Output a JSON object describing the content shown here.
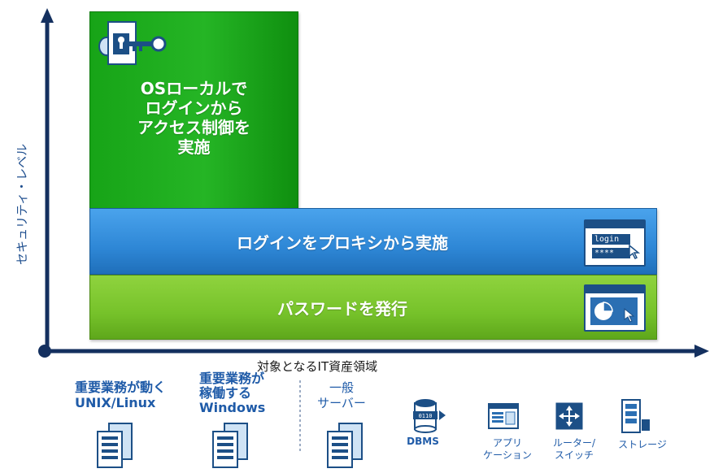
{
  "axes": {
    "y_label": "セキュリティ・レベル",
    "x_label": "対象となるIT資産領域"
  },
  "tiers": {
    "os_local": "OSローカルで\nログインから\nアクセス制御を\n実施",
    "proxy": "ログインをプロキシから実施",
    "password": "パスワードを発行"
  },
  "login_icon": {
    "field1": "login",
    "field2": "****"
  },
  "categories": {
    "unix": "重要業務が動く\nUNIX/Linux",
    "windows": "重要業務が\n稼働する\nWindows",
    "general": "一般\nサーバー",
    "dbms": "DBMS",
    "app": "アプリ\nケーション",
    "router": "ルーター/\nスイッチ",
    "storage": "ストレージ"
  },
  "colors": {
    "axis": "#14305f",
    "tier_os": "#1faf1f",
    "tier_proxy": "#2e87d6",
    "tier_password": "#76c22a",
    "icon_navy": "#1c4f86"
  },
  "icons": [
    "key-lock-icon",
    "login-window-icon",
    "chart-window-icon",
    "server-icon",
    "database-icon",
    "application-icon",
    "router-switch-icon",
    "storage-icon"
  ]
}
